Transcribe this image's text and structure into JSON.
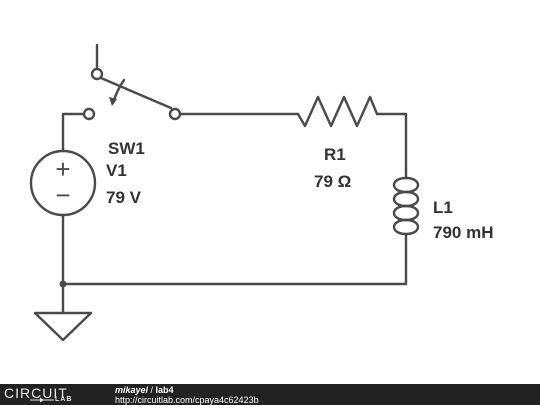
{
  "components": {
    "switch": {
      "name": "SW1"
    },
    "source": {
      "name": "V1",
      "value": "79 V",
      "plus": "+",
      "minus": "−"
    },
    "resistor": {
      "name": "R1",
      "value": "79 Ω"
    },
    "inductor": {
      "name": "L1",
      "value": "790 mH"
    }
  },
  "footer": {
    "logo_top": "CIRCUIT",
    "logo_bottom": "LAB",
    "author": "mikayel",
    "separator": " / ",
    "title": "lab4",
    "url": "http://circuitlab.com/cpaya4c62423b"
  },
  "colors": {
    "wire": "#4a4a4a",
    "label": "#333333",
    "footer_bg": "#222222"
  }
}
